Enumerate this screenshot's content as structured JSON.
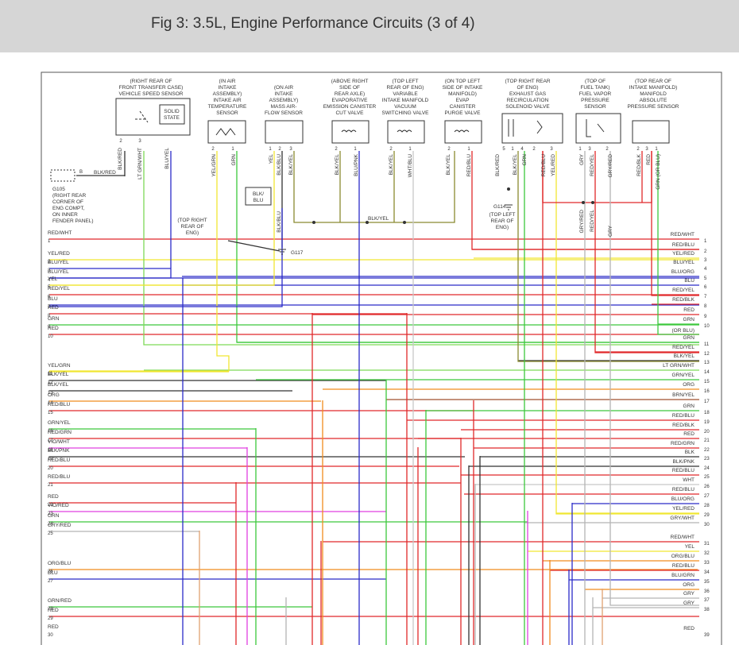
{
  "header": {
    "title": "Fig 3: 3.5L, Engine Performance Circuits (3 of 4)"
  },
  "components": {
    "vss": [
      "(RIGHT REAR OF",
      "FRONT TRANSFER CASE)",
      "VEHICLE SPEED SENSOR"
    ],
    "solid_state": [
      "SOLID",
      "STATE"
    ],
    "iat": [
      "(IN AIR",
      "INTAKE",
      "ASSEMBLY)",
      "INTAKE AIR",
      "TEMPERATURE",
      "SENSOR"
    ],
    "maf": [
      "(ON AIR",
      "INTAKE",
      "ASSEMBLY)",
      "MASS AIR-",
      "FLOW SENSOR"
    ],
    "evap_cut": [
      "(ABOVE RIGHT",
      "SIDE OF",
      "REAR AXLE)",
      "EVAPORATIVE",
      "EMISSION CANISTER",
      "CUT VALVE"
    ],
    "imv": [
      "(TOP LEFT",
      "REAR OF ENG)",
      "VARIABLE",
      "INTAKE MANIFOLD",
      "VACUUM",
      "SWITCHING VALVE"
    ],
    "purge": [
      "(ON TOP LEFT",
      "SIDE OF INTAKE",
      "MANIFOLD)",
      "EVAP",
      "CANISTER",
      "PURGE VALVE"
    ],
    "egr": [
      "(TOP RIGHT REAR",
      "OF ENG)",
      "EXHAUST GAS",
      "RECIRCULATION",
      "SOLENOID VALVE"
    ],
    "fuel_tank": [
      "(TOP OF",
      "FUEL TANK)",
      "FUEL VAPOR",
      "PRESSURE",
      "SENSOR"
    ],
    "map": [
      "(TOP REAR OF",
      "INTAKE MANIFOLD)",
      "MANIFOLD",
      "ABSOLUTE",
      "PRESSURE SENSOR"
    ],
    "g105": [
      "G105",
      "(RIGHT REAR",
      "CORNER OF",
      "ENG COMPT,",
      "ON INNER",
      "FENDER PANEL)"
    ],
    "g117_loc": [
      "(TOP RIGHT",
      "REAR OF",
      "ENG)"
    ],
    "g117": "G117",
    "g114": [
      "G114",
      "(TOP LEFT",
      "REAR OF",
      "ENG)"
    ]
  },
  "connector_labels": {
    "g105_wire": "BLK/RED",
    "g105_pin": "B",
    "vss_wires": [
      "BLK/RED",
      "LT GRN/WHT",
      "BLU/YEL"
    ],
    "iat_wires": [
      "YEL/GRN",
      "GRN"
    ],
    "maf_wires": [
      "YEL",
      "BLK/BLU",
      "BLK/YEL"
    ],
    "maf_ground": "BLK/BLU",
    "blk_blu_box": [
      "BLK/",
      "BLU"
    ],
    "evap_wires": [
      "BLK/YEL",
      "BLU/PNK"
    ],
    "imv_wires": [
      "BLK/YEL",
      "WHT/BLU"
    ],
    "purge_wires": [
      "BLK/YEL",
      "RED/BLU"
    ],
    "egr_wires": [
      "BLK/RED",
      "BLK/YEL",
      "GRN",
      "RED/BLU",
      "YEL/RED"
    ],
    "fuel_wires": [
      "GRY",
      "RED/YEL",
      "GRY/RED"
    ],
    "fuel_lower": [
      "GRY/RED",
      "RED/YEL",
      "GRY"
    ],
    "map_wires": [
      "RED/BLK",
      "RED",
      "GRN (OR BLU)"
    ],
    "bus_blk_yel": "BLK/YEL"
  },
  "left_rows": [
    {
      "n": "1",
      "label": "RED/WHT"
    },
    {
      "n": "2",
      "label": "YEL/RED"
    },
    {
      "n": "3",
      "label": "BLU/YEL"
    },
    {
      "n": "4",
      "label": "BLU/YEL"
    },
    {
      "n": "5",
      "label": "YEL"
    },
    {
      "n": "6",
      "label": "RED/YEL"
    },
    {
      "n": "7",
      "label": "BLU"
    },
    {
      "n": "8",
      "label": "RED"
    },
    {
      "n": "9",
      "label": "GRN"
    },
    {
      "n": "10",
      "label": "RED"
    },
    {
      "n": "11",
      "label": "YEL/GRN"
    },
    {
      "n": "12",
      "label": "BLK/YEL"
    },
    {
      "n": "13",
      "label": "BLK/YEL"
    },
    {
      "n": "14",
      "label": "ORG"
    },
    {
      "n": "15",
      "label": "RED/BLU"
    },
    {
      "n": "16",
      "label": "GRN/YEL"
    },
    {
      "n": "17",
      "label": "RED/GRN"
    },
    {
      "n": "18",
      "label": "VIO/WHT"
    },
    {
      "n": "19",
      "label": "BLK/PNK"
    },
    {
      "n": "20",
      "label": "RED/BLU"
    },
    {
      "n": "21",
      "label": "RED/BLU"
    },
    {
      "n": "22",
      "label": "RED"
    },
    {
      "n": "23",
      "label": "VIO/RED"
    },
    {
      "n": "24",
      "label": "GRN"
    },
    {
      "n": "25",
      "label": "GRY/RED"
    },
    {
      "n": "26",
      "label": "ORG/BLU"
    },
    {
      "n": "27",
      "label": "BLU"
    },
    {
      "n": "28",
      "label": "GRN/RED"
    },
    {
      "n": "29",
      "label": "RED"
    },
    {
      "n": "30",
      "label": "RED"
    }
  ],
  "right_rows": [
    {
      "n": "1",
      "label": "RED/WHT"
    },
    {
      "n": "2",
      "label": "RED/BLU"
    },
    {
      "n": "3",
      "label": "YEL/RED"
    },
    {
      "n": "4",
      "label": "BLU/YEL"
    },
    {
      "n": "5",
      "label": "BLU/ORG"
    },
    {
      "n": "6",
      "label": "BLU"
    },
    {
      "n": "7",
      "label": "RED/YEL"
    },
    {
      "n": "8",
      "label": "RED/BLK"
    },
    {
      "n": "9",
      "label": "RED"
    },
    {
      "n": "10",
      "label": "GRN"
    },
    {
      "n": "10b",
      "label": "(OR BLU)"
    },
    {
      "n": "11",
      "label": "GRN"
    },
    {
      "n": "12",
      "label": "RED/YEL"
    },
    {
      "n": "13",
      "label": "BLK/YEL"
    },
    {
      "n": "14",
      "label": "LT GRN/WHT"
    },
    {
      "n": "15",
      "label": "GRN/YEL"
    },
    {
      "n": "16",
      "label": "ORG"
    },
    {
      "n": "17",
      "label": "BRN/YEL"
    },
    {
      "n": "18",
      "label": "GRN"
    },
    {
      "n": "19",
      "label": "RED/BLU"
    },
    {
      "n": "20",
      "label": "RED/BLK"
    },
    {
      "n": "21",
      "label": "RED"
    },
    {
      "n": "22",
      "label": "RED/GRN"
    },
    {
      "n": "23",
      "label": "BLK"
    },
    {
      "n": "24",
      "label": "BLK/PNK"
    },
    {
      "n": "25",
      "label": "RED/BLU"
    },
    {
      "n": "26",
      "label": "WHT"
    },
    {
      "n": "27",
      "label": "RED/BLU"
    },
    {
      "n": "28",
      "label": "BLU/ORG"
    },
    {
      "n": "29",
      "label": "YEL/RED"
    },
    {
      "n": "30",
      "label": "GRY/WHT"
    },
    {
      "n": "31",
      "label": "RED/WHT"
    },
    {
      "n": "32",
      "label": "YEL"
    },
    {
      "n": "33",
      "label": "ORG/BLU"
    },
    {
      "n": "34",
      "label": "RED/BLU"
    },
    {
      "n": "35",
      "label": "BLU/GRN"
    },
    {
      "n": "36",
      "label": "ORG"
    },
    {
      "n": "37",
      "label": "GRY"
    },
    {
      "n": "38",
      "label": "GRY"
    },
    {
      "n": "39",
      "label": "RED"
    }
  ],
  "colors": {
    "RED": "#e0282a",
    "YEL": "#f0e632",
    "BLU": "#2b2bc8",
    "GRN": "#3cc83c",
    "ORG": "#f08c1e",
    "GRY": "#b4b4b4",
    "BLK": "#333333",
    "WHT": "#c8c8c8",
    "VIO": "#e040e0",
    "BRN": "#a0522d",
    "LTGRN": "#7ed957",
    "PNK": "#ff69b4"
  }
}
